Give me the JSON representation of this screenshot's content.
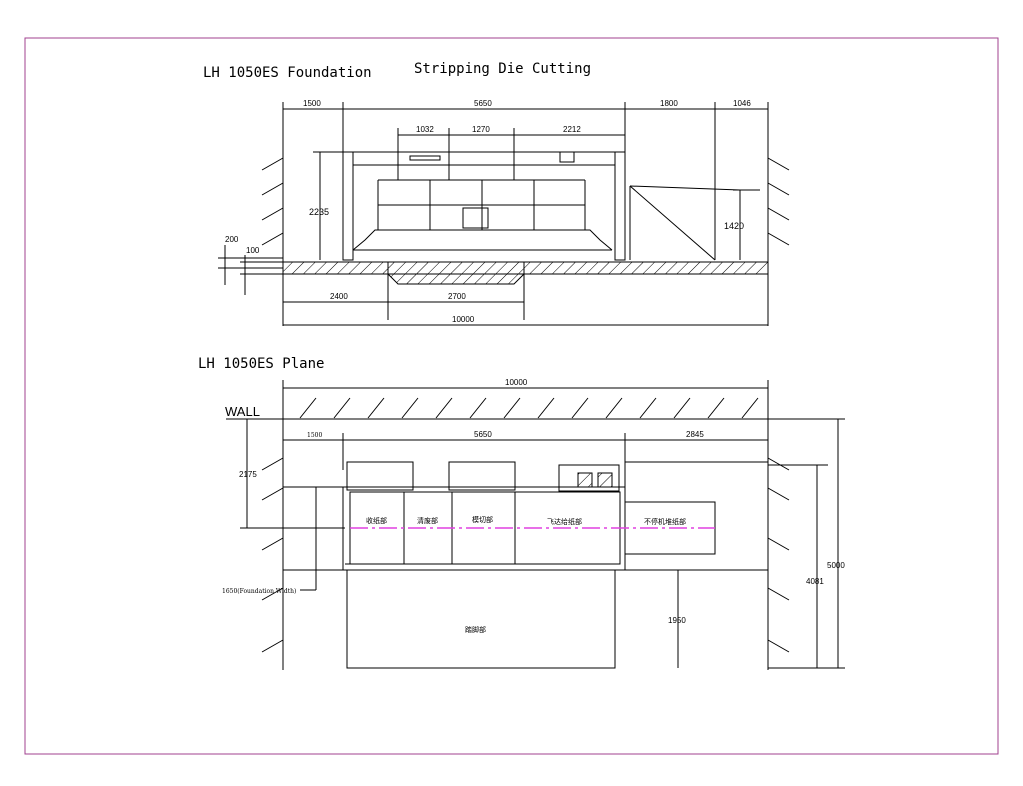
{
  "drawing": {
    "section_title": "LH 1050ES Foundation",
    "machine_title": "Stripping Die Cutting",
    "plan_title": "LH 1050ES Plane",
    "wall_label": "WALL",
    "colors": {
      "frame": "#a0408f",
      "centerline": "#e040e0",
      "ink": "#000000"
    }
  },
  "foundation": {
    "dims_top": [
      "1500",
      "5650",
      "1800",
      "1046"
    ],
    "dims_sub": [
      "1032",
      "1270",
      "2212"
    ],
    "height_machine": "2235",
    "height_feeder": "1420",
    "dim_200": "200",
    "dim_100": "100",
    "dims_bottom": [
      "2400",
      "2700"
    ],
    "total": "10000"
  },
  "plane": {
    "total": "10000",
    "dims_top": [
      "1500",
      "5650",
      "2845"
    ],
    "dim_wall_offset": "2175",
    "foundation_width": "1650(Foundation Width)",
    "dim_1950": "1950",
    "dim_4081": "4081",
    "dim_5000": "5000",
    "sections": [
      "收纸部",
      "清废部",
      "模切部",
      "飞达给纸部",
      "不停机堆纸部"
    ],
    "pedal_label": "踏脚部"
  }
}
